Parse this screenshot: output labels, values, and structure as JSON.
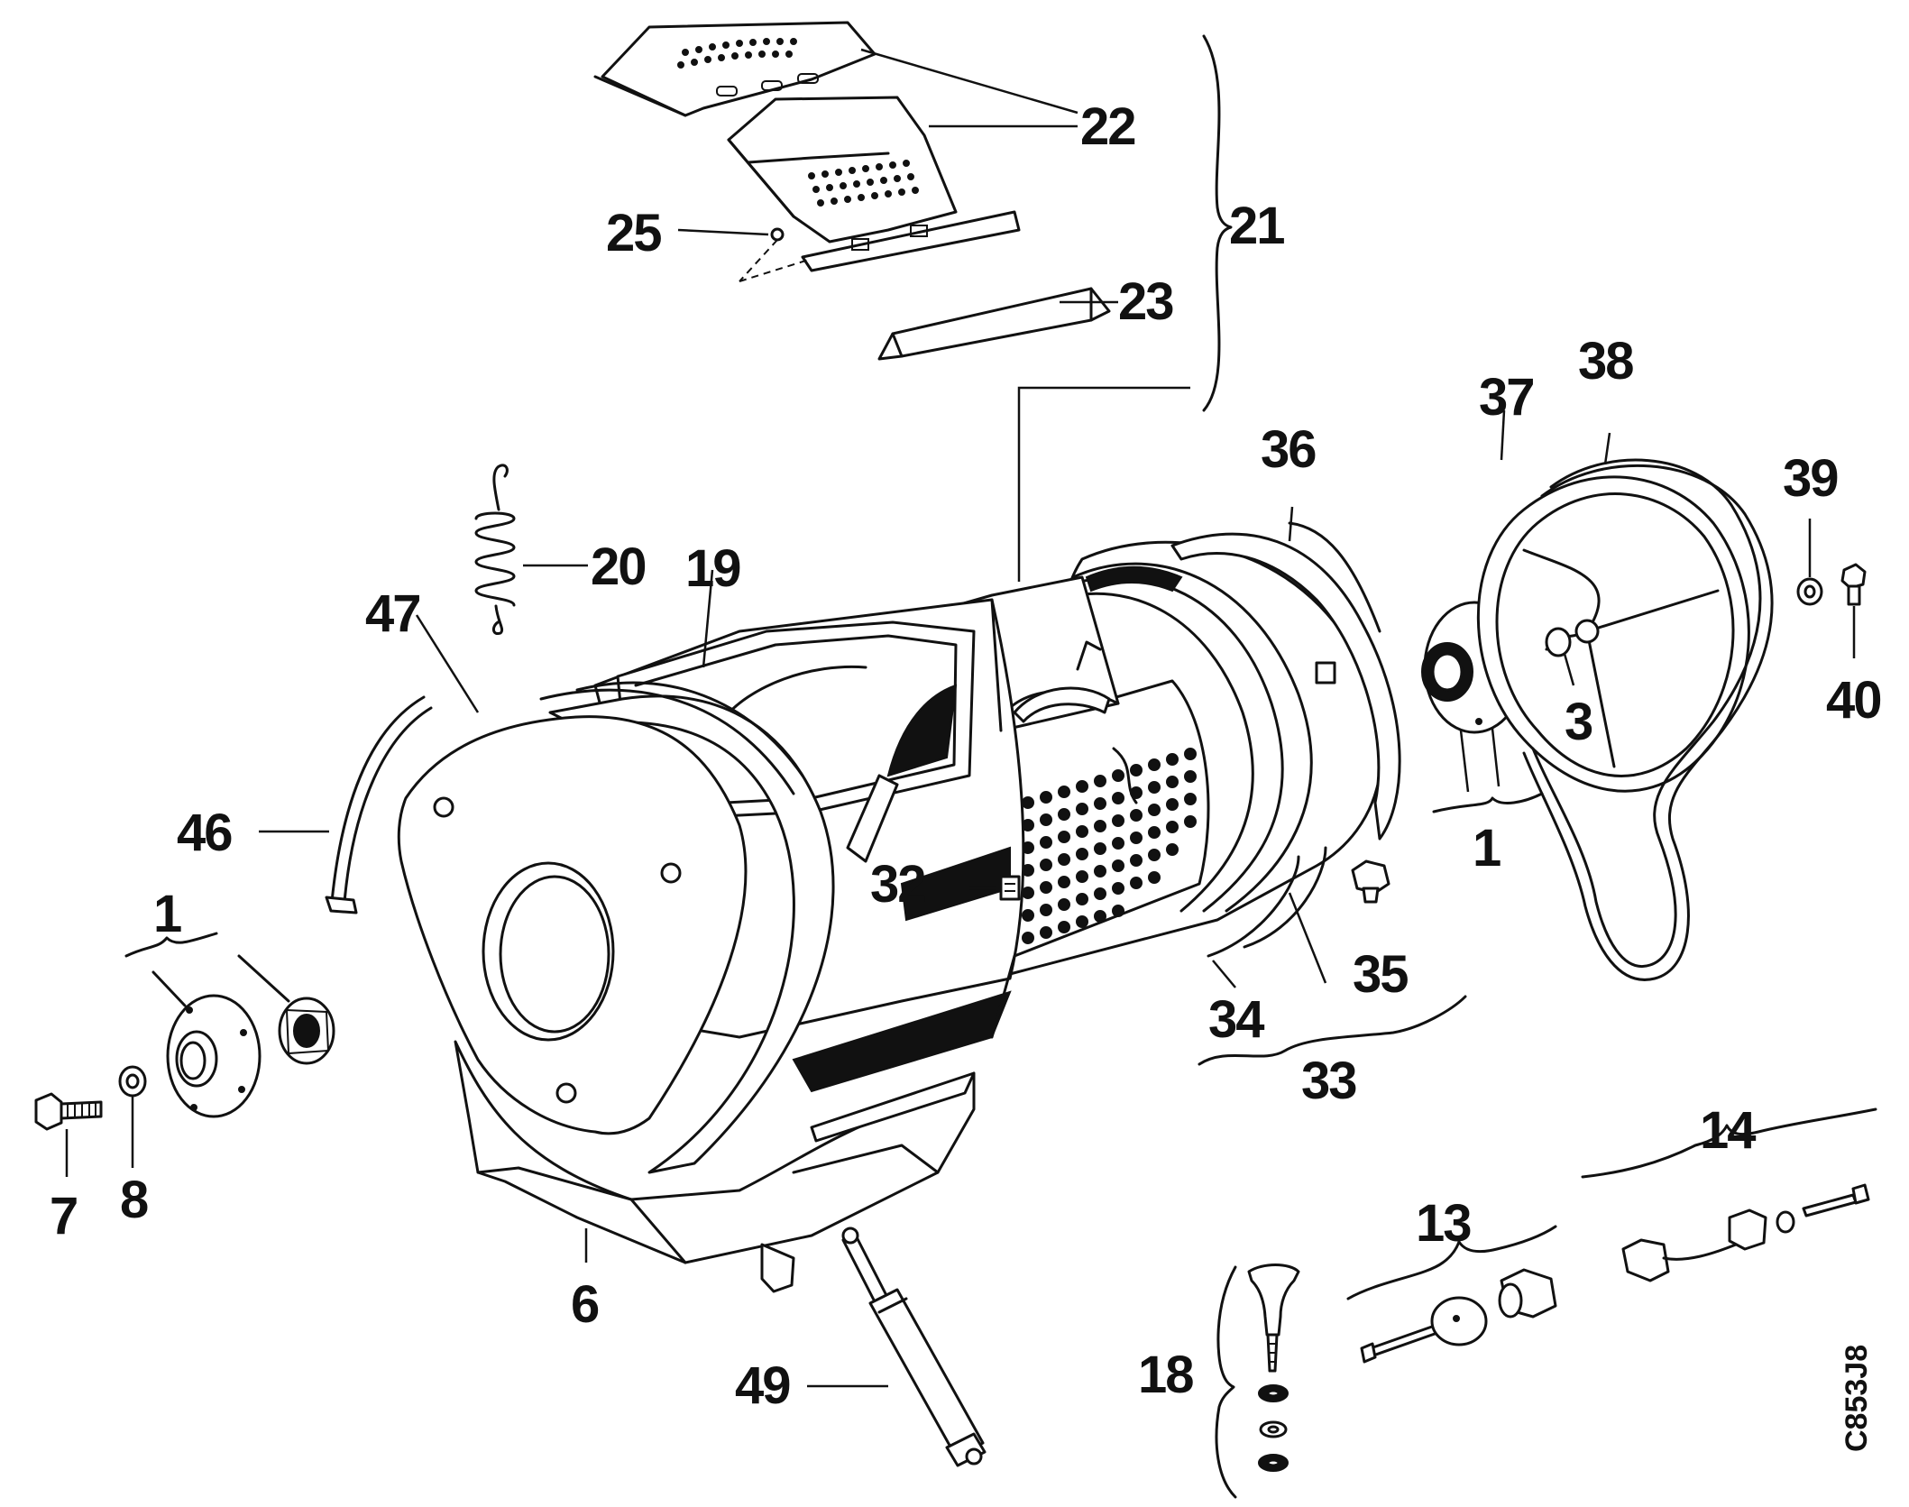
{
  "diagram": {
    "drawing_code": "C853J8",
    "callouts": [
      {
        "id": "c22",
        "label": "22"
      },
      {
        "id": "c21",
        "label": "21"
      },
      {
        "id": "c25",
        "label": "25"
      },
      {
        "id": "c23",
        "label": "23"
      },
      {
        "id": "c38",
        "label": "38"
      },
      {
        "id": "c37",
        "label": "37"
      },
      {
        "id": "c36",
        "label": "36"
      },
      {
        "id": "c39",
        "label": "39"
      },
      {
        "id": "c40",
        "label": "40"
      },
      {
        "id": "c20",
        "label": "20"
      },
      {
        "id": "c19",
        "label": "19"
      },
      {
        "id": "c47",
        "label": "47"
      },
      {
        "id": "c3",
        "label": "3"
      },
      {
        "id": "c1r",
        "label": "1"
      },
      {
        "id": "c46",
        "label": "46"
      },
      {
        "id": "c1l",
        "label": "1"
      },
      {
        "id": "c32",
        "label": "32"
      },
      {
        "id": "c35",
        "label": "35"
      },
      {
        "id": "c34",
        "label": "34"
      },
      {
        "id": "c33",
        "label": "33"
      },
      {
        "id": "c14",
        "label": "14"
      },
      {
        "id": "c7",
        "label": "7"
      },
      {
        "id": "c8",
        "label": "8"
      },
      {
        "id": "c13",
        "label": "13"
      },
      {
        "id": "c6",
        "label": "6"
      },
      {
        "id": "c18",
        "label": "18"
      },
      {
        "id": "c49",
        "label": "49"
      }
    ]
  }
}
